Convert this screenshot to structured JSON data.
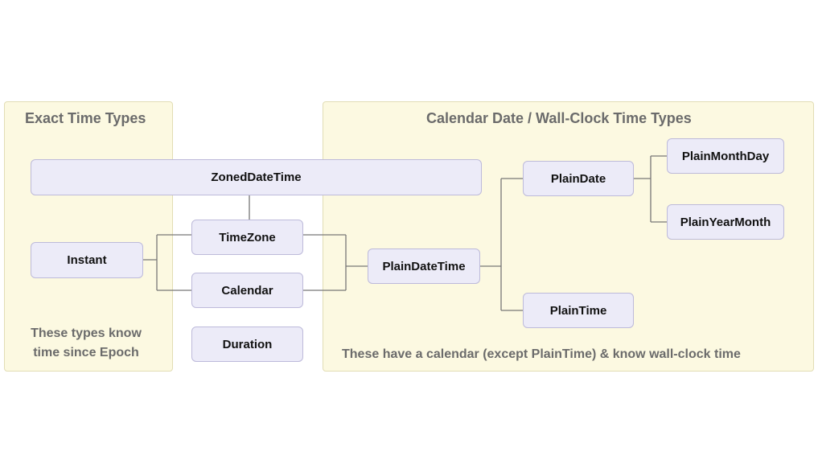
{
  "regions": {
    "exact": {
      "title": "Exact Time Types",
      "note_line1": "These types know",
      "note_line2": "time since Epoch"
    },
    "calendar": {
      "title": "Calendar Date / Wall-Clock Time Types",
      "note": "These have a calendar (except PlainTime) & know wall-clock time"
    }
  },
  "nodes": {
    "zoned_date_time": "ZonedDateTime",
    "instant": "Instant",
    "time_zone": "TimeZone",
    "calendar": "Calendar",
    "duration": "Duration",
    "plain_date_time": "PlainDateTime",
    "plain_date": "PlainDate",
    "plain_time": "PlainTime",
    "plain_month_day": "PlainMonthDay",
    "plain_year_month": "PlainYearMonth"
  },
  "colors": {
    "region_fill": "#fcf9e1",
    "node_fill": "#ecebf8",
    "node_border": "#bdbada",
    "connector": "#777777",
    "muted_text": "#6b6b6b"
  }
}
